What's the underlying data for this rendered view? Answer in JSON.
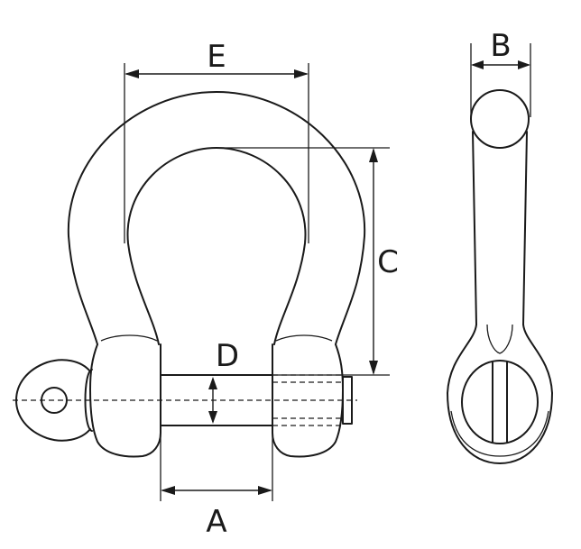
{
  "dimensions": {
    "a": "A",
    "b": "B",
    "c": "C",
    "d": "D",
    "e": "E"
  },
  "colors": {
    "line": "#1a1a1a",
    "background": "#ffffff"
  }
}
